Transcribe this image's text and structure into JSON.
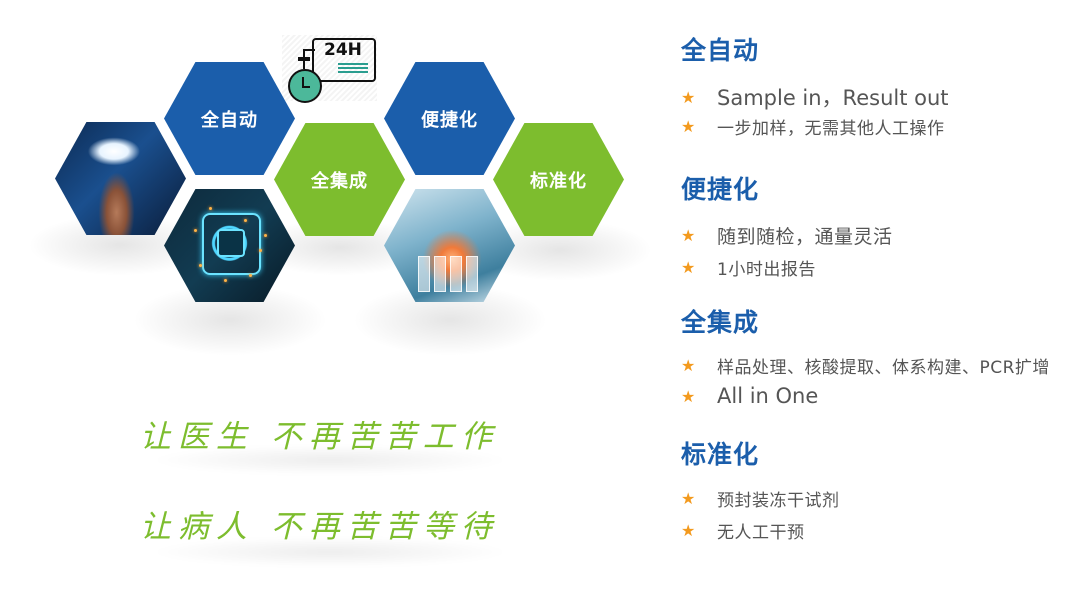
{
  "hexagons": [
    {
      "id": "cloud",
      "type": "image",
      "description": "hand touching cloud"
    },
    {
      "id": "automatic",
      "type": "label",
      "label": "全自动",
      "color": "#1B5EAB"
    },
    {
      "id": "chip",
      "type": "image",
      "description": "circuit chip"
    },
    {
      "id": "integrated",
      "type": "label",
      "label": "全集成",
      "color": "#7DBD2E"
    },
    {
      "id": "convenient",
      "type": "label",
      "label": "便捷化",
      "color": "#1B5EAB"
    },
    {
      "id": "lab",
      "type": "image",
      "description": "lab pipette and test tubes"
    },
    {
      "id": "standardized",
      "type": "label",
      "label": "标准化",
      "color": "#7DBD2E"
    }
  ],
  "icon_24h": {
    "label": "24H",
    "icon": "stopwatch-24h-icon"
  },
  "slogans": [
    "让医生 不再苦苦工作",
    "让病人 不再苦苦等待"
  ],
  "features": [
    {
      "title": "全自动",
      "bullets": [
        "Sample in，Result out",
        "一步加样，无需其他人工操作"
      ]
    },
    {
      "title": "便捷化",
      "bullets": [
        "随到随检，通量灵活",
        "1小时出报告"
      ]
    },
    {
      "title": "全集成",
      "bullets": [
        "样品处理、核酸提取、体系构建、PCR扩增",
        "All in One"
      ]
    },
    {
      "title": "标准化",
      "bullets": [
        "预封装冻干试剂",
        "无人工干预"
      ]
    }
  ],
  "bullet_icon": "★",
  "colors": {
    "blue": "#1B5EAB",
    "green": "#7DBD2E",
    "star": "#F39A1E",
    "body_text": "#555555"
  }
}
